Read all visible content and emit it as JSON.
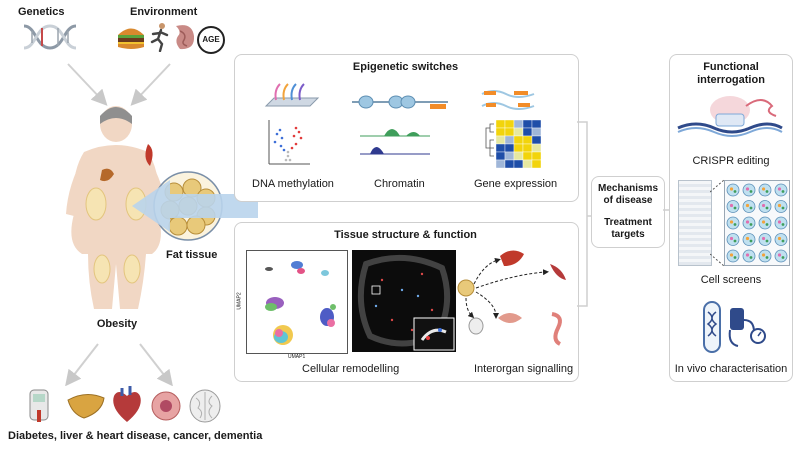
{
  "left": {
    "genetics_label": "Genetics",
    "environment_label": "Environment",
    "age_badge": "AGE",
    "obesity_label": "Obesity",
    "fat_tissue_label": "Fat tissue",
    "outcomes_label": "Diabetes, liver & heart disease, cancer, dementia"
  },
  "epigenetic_panel": {
    "title": "Epigenetic switches",
    "items": [
      "DNA methylation",
      "Chromatin",
      "Gene expression"
    ]
  },
  "tissue_panel": {
    "title": "Tissue structure & function",
    "items": [
      "Cellular remodelling",
      "Interorgan signalling"
    ],
    "umap_x": "UMAP1",
    "umap_y": "UMAP2"
  },
  "center_box": {
    "line1": "Mechanisms",
    "line2": "of disease",
    "line3": "Treatment",
    "line4": "targets"
  },
  "functional_panel": {
    "title_line1": "Functional",
    "title_line2": "interrogation",
    "items": [
      "CRISPR editing",
      "Cell screens",
      "In vivo characterisation"
    ]
  },
  "colors": {
    "panel_border": "#cfcfcf",
    "arrow_blue": "#b9d4ec",
    "methylation_red": "#e23b3b",
    "methylation_blue": "#3d6fd8",
    "chromatin_green": "#3f9e5b",
    "chromatin_navy": "#2f3a8f",
    "heatmap_yellow": "#f2d40c",
    "heatmap_blue": "#1f4ea8",
    "orange": "#f28c28"
  }
}
